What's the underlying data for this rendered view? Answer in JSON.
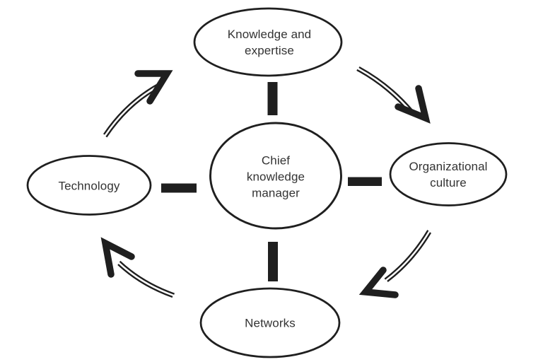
{
  "diagram": {
    "center_node": {
      "label": "Chief knowledge manager"
    },
    "nodes": {
      "top": {
        "label": "Knowledge and expertise"
      },
      "right": {
        "label": "Organizational culture"
      },
      "bottom": {
        "label": "Networks"
      },
      "left": {
        "label": "Technology"
      }
    },
    "spoke_connections": [
      {
        "from": "Chief knowledge manager",
        "to": "Knowledge and expertise",
        "style": "thick-bar"
      },
      {
        "from": "Chief knowledge manager",
        "to": "Organizational culture",
        "style": "thick-bar"
      },
      {
        "from": "Chief knowledge manager",
        "to": "Networks",
        "style": "thick-bar"
      },
      {
        "from": "Chief knowledge manager",
        "to": "Technology",
        "style": "thick-bar"
      }
    ],
    "cycle_arrows": [
      {
        "from": "Technology",
        "to": "Knowledge and expertise",
        "direction": "up-right"
      },
      {
        "from": "Knowledge and expertise",
        "to": "Organizational culture",
        "direction": "down-right"
      },
      {
        "from": "Organizational culture",
        "to": "Networks",
        "direction": "down-left"
      },
      {
        "from": "Networks",
        "to": "Technology",
        "direction": "up-left"
      }
    ],
    "colors": {
      "stroke": "#1f1f1f",
      "text": "#333333",
      "background": "#ffffff"
    }
  }
}
